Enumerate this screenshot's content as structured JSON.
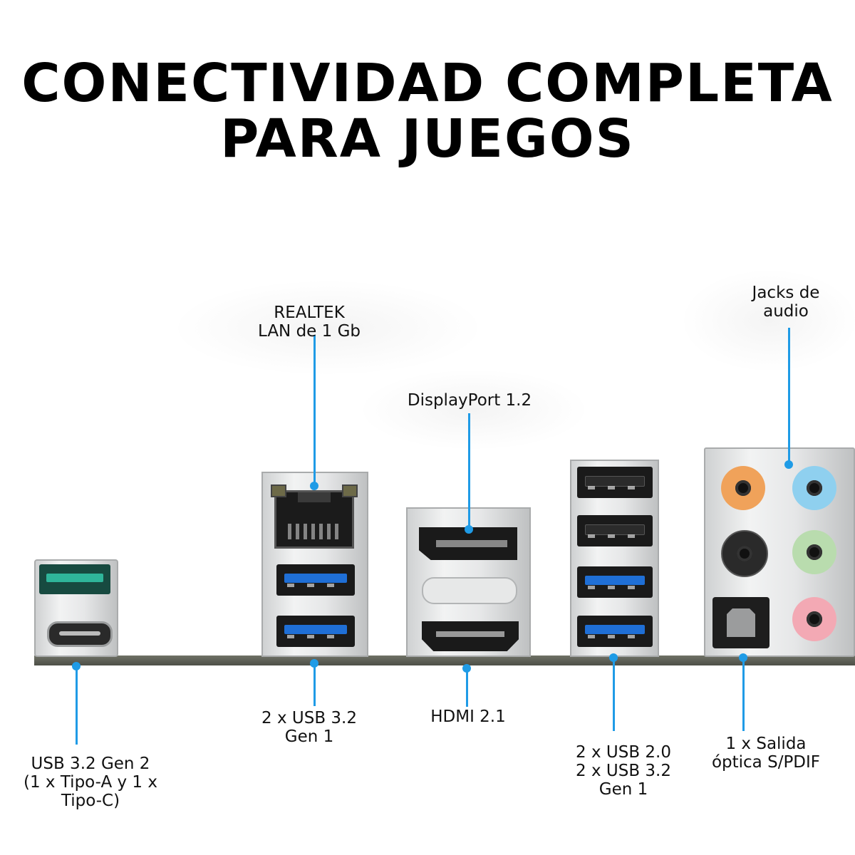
{
  "title": {
    "line1": "CONECTIVIDAD COMPLETA",
    "line2": "PARA JUEGOS"
  },
  "labels": {
    "lan": {
      "line1": "REALTEK",
      "line2": "LAN de 1 Gb"
    },
    "displayport": {
      "line1": "DisplayPort 1.2"
    },
    "audio": {
      "line1": "Jacks de",
      "line2": "audio"
    },
    "usb_front": {
      "line1": "USB 3.2 Gen 2",
      "line2": "(1 x Tipo-A y 1 x",
      "line3": "Tipo-C)"
    },
    "usb_lan": {
      "line1": "2 x USB 3.2",
      "line2": "Gen 1"
    },
    "hdmi": {
      "line1": "HDMI 2.1"
    },
    "usb_stack": {
      "line1": "2 x USB 2.0",
      "line2": "2 x USB 3.2",
      "line3": "Gen 1"
    },
    "spdif": {
      "line1": "1 x Salida",
      "line2": "óptica S/PDIF"
    }
  },
  "colors": {
    "callout": "#1f9be6",
    "usb3_blue": "#1f6fd6",
    "usb_gen2_teal": "#2fb59a",
    "jack_orange": "#f0a25a",
    "jack_blue": "#8fd0ef",
    "jack_black": "#2a2a2a",
    "jack_green": "#b9dcae",
    "jack_pink": "#f3a9b4"
  }
}
